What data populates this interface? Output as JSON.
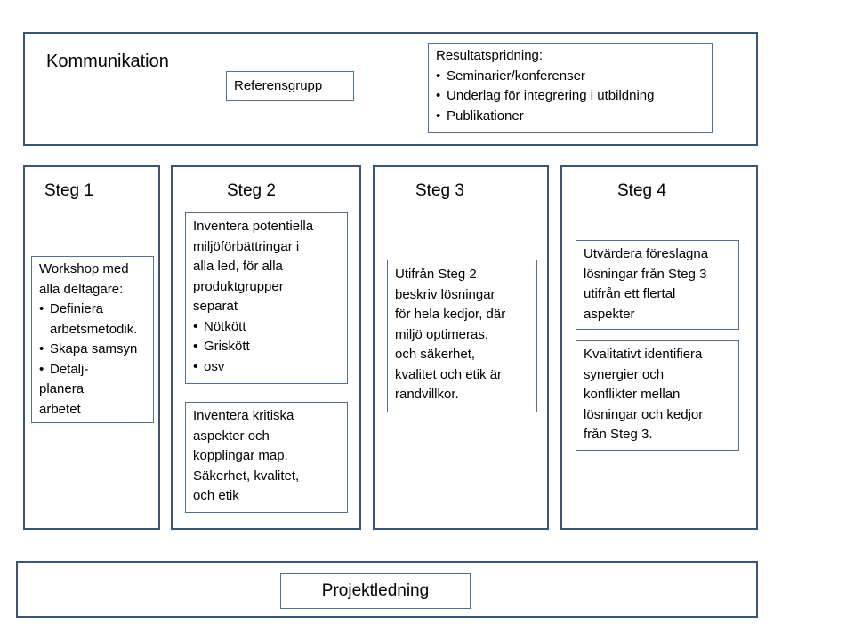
{
  "communication": {
    "title": "Kommunikation",
    "reference_group": "Referensgrupp",
    "dissemination": {
      "heading": "Resultatspridning:",
      "items": [
        "Seminarier/konferenser",
        "Underlag för integrering i utbildning",
        "Publikationer"
      ]
    }
  },
  "steps": [
    {
      "title": "Steg 1",
      "box": {
        "heading_lines": [
          "Workshop med",
          "alla deltagare:"
        ],
        "items": [
          [
            "Definiera",
            "arbetsmetodik."
          ],
          [
            "Skapa samsyn"
          ],
          [
            "Detalj-",
            "planera",
            "arbetet"
          ]
        ]
      }
    },
    {
      "title": "Steg 2",
      "box1": {
        "heading_lines": [
          "Inventera potentiella",
          "miljöförbättringar i",
          "alla led, för alla",
          "produktgrupper",
          "separat"
        ],
        "items": [
          "Nötkött",
          "Griskött",
          "osv"
        ]
      },
      "box2": {
        "lines": [
          "Inventera kritiska",
          "aspekter och",
          "kopplingar map.",
          "Säkerhet, kvalitet,",
          "och etik"
        ]
      }
    },
    {
      "title": "Steg 3",
      "box": {
        "lines": [
          "Utifrån Steg 2",
          "beskriv lösningar",
          "för hela kedjor, där",
          "miljö optimeras,",
          "och säkerhet,",
          "kvalitet och etik är",
          "randvillkor."
        ]
      }
    },
    {
      "title": "Steg 4",
      "box1": {
        "lines": [
          "Utvärdera föreslagna",
          "lösningar från Steg 3",
          "utifrån ett flertal",
          "aspekter"
        ]
      },
      "box2": {
        "lines": [
          "Kvalitativt identifiera",
          "synergier och",
          "konflikter mellan",
          "lösningar och kedjor",
          "från Steg 3."
        ]
      }
    }
  ],
  "management": {
    "label": "Projektledning"
  }
}
